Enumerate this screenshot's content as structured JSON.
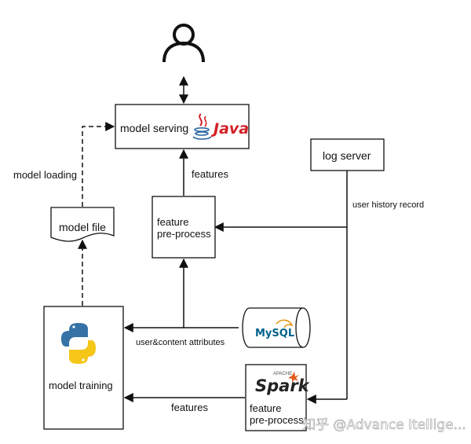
{
  "nodes": {
    "model_serving": "model serving",
    "java_logo": "Java",
    "log_server": "log server",
    "feature_preprocess_top_line1": "feature",
    "feature_preprocess_top_line2": "pre-process",
    "model_file": "model file",
    "model_training": "model training",
    "mysql_logo": "MySQL",
    "spark_logo": "Spark",
    "spark_apache": "APACHE",
    "feature_preprocess_bottom_line1": "feature",
    "feature_preprocess_bottom_line2": "pre-process"
  },
  "edges": {
    "model_loading": "model loading",
    "features_top": "features",
    "user_history_record": "user history record",
    "user_content_attributes": "user&content attributes",
    "features_bottom": "features"
  },
  "watermark": "知乎 @Advance Itellige...",
  "icons": [
    "user-icon",
    "java-logo-icon",
    "python-logo-icon",
    "mysql-logo-icon",
    "spark-logo-icon",
    "document-icon",
    "database-cylinder-icon"
  ],
  "colors": {
    "stroke": "#111111",
    "java_red": "#d32026",
    "java_blue": "#2f6aa3",
    "python_blue": "#3572a5",
    "python_yellow": "#f5c518",
    "mysql_blue": "#00618a",
    "mysql_orange": "#e48e00",
    "spark_orange": "#e25a1c"
  }
}
